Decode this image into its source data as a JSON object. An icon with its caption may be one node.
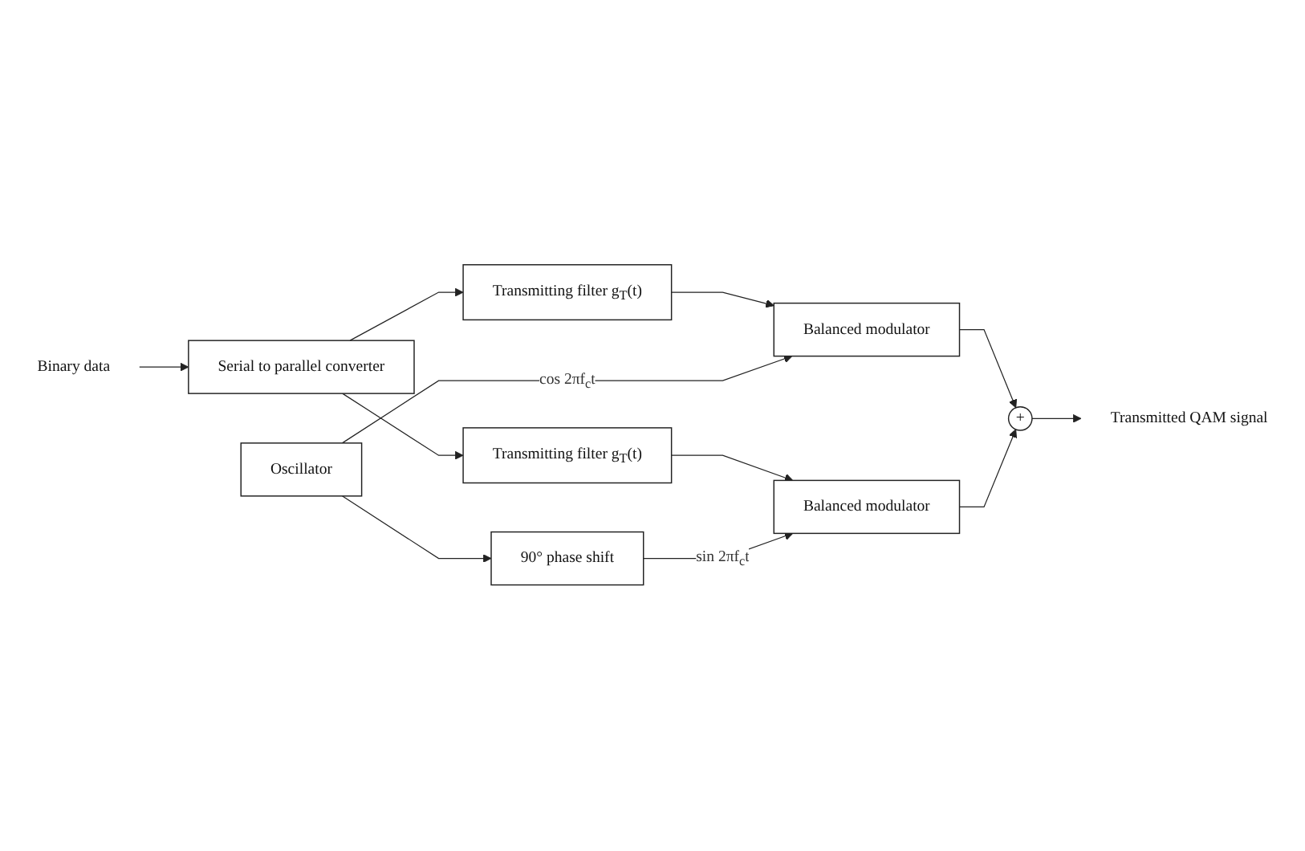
{
  "diagram": {
    "nodes": [
      {
        "text": [
          "Binary data"
        ]
      },
      {
        "text": [
          "Serial to parallel converter"
        ]
      },
      {
        "text": [
          "Transmitting filter g$_{T}$(t)"
        ]
      },
      {
        "text": [
          "Balanced modulator"
        ]
      },
      {
        "text": [
          "Oscillator"
        ]
      },
      {
        "text": [
          "90° phase shift"
        ]
      },
      {
        "text": [
          "Transmitting filter g$_{T}$(t)"
        ]
      },
      {
        "text": [
          "Balanced modulator"
        ]
      },
      {
        "text": [
          "+"
        ]
      },
      {
        "text": [
          "Transmitted QAM signal"
        ]
      }
    ],
    "edges": [
      {
        "from": 0,
        "to": 1,
        "arrow": "to"
      },
      {
        "from": 1,
        "to": 2,
        "arrow": "to"
      },
      {
        "from": 1,
        "to": 6,
        "arrow": "to"
      },
      {
        "from": 2,
        "to": 3,
        "arrow": "to"
      },
      {
        "from": 6,
        "to": 7,
        "arrow": "to"
      },
      {
        "from": 4,
        "to": 3,
        "arrow": "to",
        "label": "cos 2πf$_{c}$t"
      },
      {
        "from": 4,
        "to": 5,
        "arrow": "to"
      },
      {
        "from": 5,
        "to": 7,
        "arrow": "to",
        "label": "sin 2πf$_{c}$t"
      },
      {
        "from": 3,
        "to": 8,
        "arrow": "to"
      },
      {
        "from": 7,
        "to": 8,
        "arrow": "to"
      },
      {
        "from": 8,
        "to": 9,
        "arrow": "to"
      }
    ]
  }
}
